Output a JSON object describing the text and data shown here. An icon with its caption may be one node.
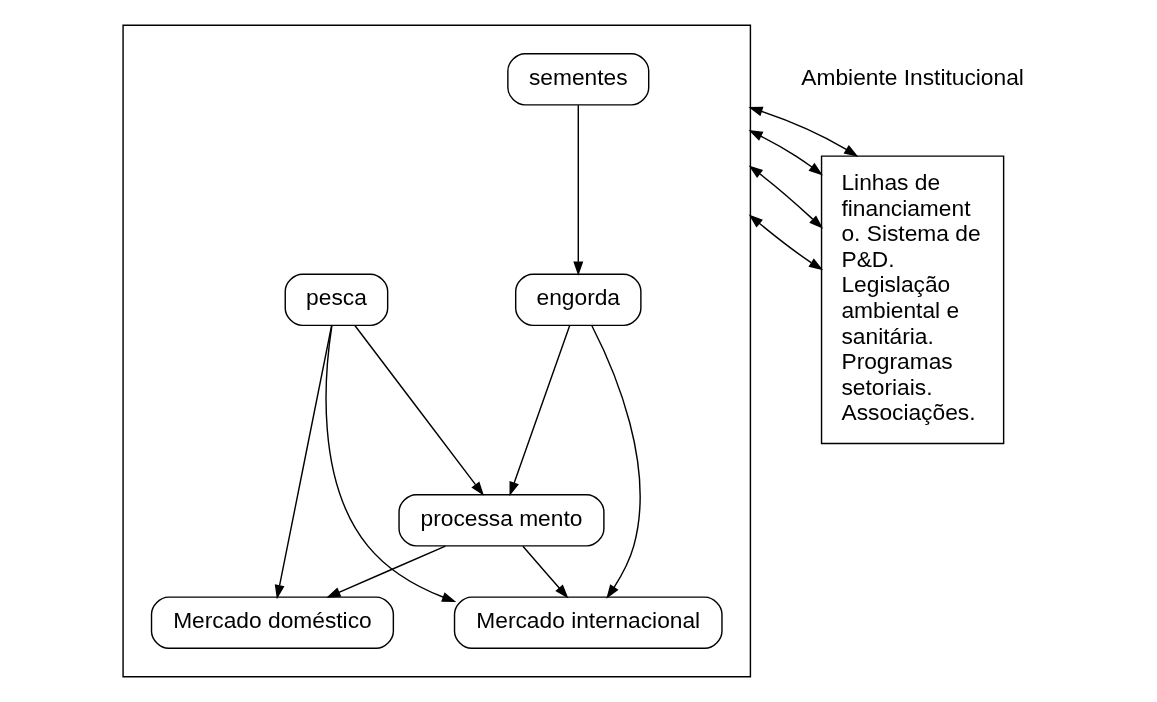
{
  "diagram": {
    "nodes": [
      {
        "text": [
          "Linhas de financiament o. Sistema de P&D. Legislação ambiental e sanitária. Programas setoriais. Associações."
        ]
      },
      {
        "text": [],
        "shape": "box"
      },
      {
        "text": [
          "sementes"
        ],
        "in": 1
      },
      {
        "text": [
          "engorda"
        ],
        "in": 1
      },
      {
        "text": [
          "pesca"
        ],
        "in": 1
      },
      {
        "text": [
          "processa mento"
        ],
        "in": 1
      },
      {
        "text": [
          "Mercado internacional"
        ],
        "in": 1
      },
      {
        "text": [
          "Mercado doméstico"
        ],
        "in": 1
      }
    ],
    "edges": [
      {
        "from": 0,
        "to": 1,
        "arrow": "both"
      },
      {
        "from": 0,
        "to": 1,
        "arrow": "both"
      },
      {
        "from": 0,
        "to": 1,
        "arrow": "both"
      },
      {
        "from": 0,
        "to": 1,
        "arrow": "both"
      },
      {
        "from": 2,
        "to": 3,
        "arrow": "to"
      },
      {
        "from": 3,
        "to": 5,
        "arrow": "to"
      },
      {
        "from": 3,
        "to": 6,
        "arrow": "to"
      },
      {
        "from": 5,
        "to": 6,
        "arrow": "to"
      },
      {
        "from": 5,
        "to": 7,
        "arrow": "to"
      },
      {
        "from": 4,
        "to": 5,
        "arrow": "to"
      },
      {
        "from": 4,
        "to": 7,
        "arrow": "to"
      },
      {
        "from": 4,
        "to": 6,
        "arrow": "to"
      }
    ],
    "labels": [
      "Ambiente Institucional"
    ]
  }
}
